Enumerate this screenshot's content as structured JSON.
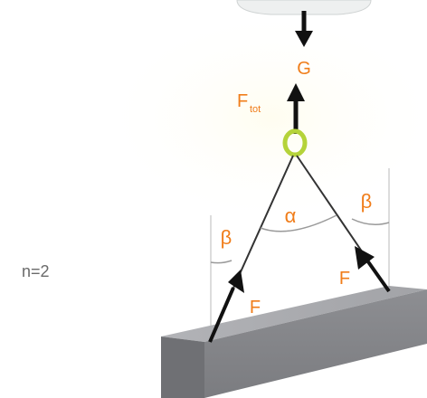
{
  "diagram": {
    "load_label": "G",
    "total_force_label": "F",
    "total_force_subscript": "tot",
    "angle_alpha_label": "α",
    "angle_beta_left_label": "β",
    "angle_beta_right_label": "β",
    "force_left_label": "F",
    "force_right_label": "F",
    "leg_count_label": "n=2",
    "colors": {
      "label_accent": "#f07d1a",
      "text_gray": "#6a6a6a",
      "arrow": "#111111",
      "rope": "#333333",
      "ring": "#b5d33a",
      "beam_top": "#a9aaae",
      "beam_front": "#8a8b8f",
      "beam_side": "#6f7074"
    }
  }
}
